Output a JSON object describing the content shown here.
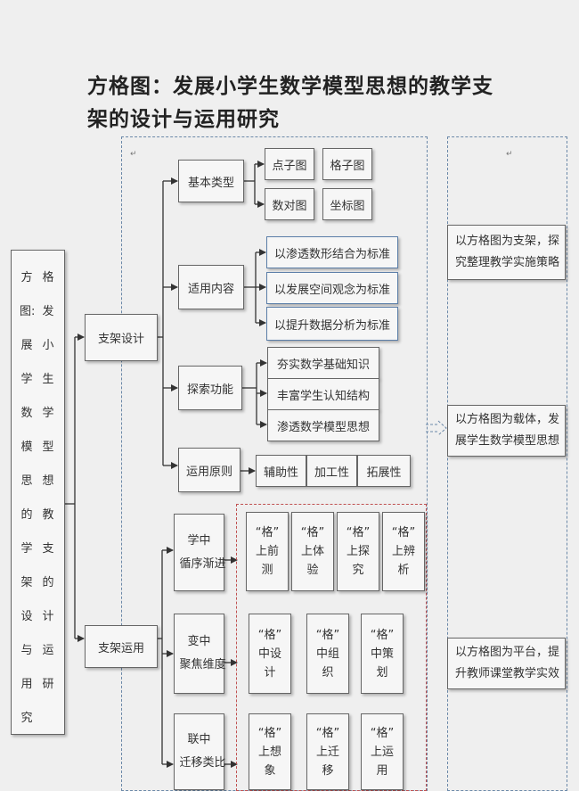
{
  "title": "方格图：发展小学生数学模型思想的教学支架的设计与运用研究",
  "mark": "↵",
  "root": {
    "col1": [
      "方",
      "图:",
      "展",
      "学",
      "数",
      "模",
      "思",
      "的",
      "学",
      "架",
      "设",
      "与",
      "用",
      "究"
    ],
    "col2": [
      "格",
      "发",
      "小",
      "生",
      "学",
      "型",
      "想",
      "教",
      "支",
      "的",
      "计",
      "运",
      "研"
    ]
  },
  "branches": {
    "design": "支架设计",
    "use": "支架运用"
  },
  "design": {
    "basic_type": "基本类型",
    "basic_items": [
      "点子图",
      "格子图",
      "数对图",
      "坐标图"
    ],
    "content": "适用内容",
    "content_items": [
      "以渗透数形结合为标准",
      "以发展空间观念为标准",
      "以提升数据分析为标准"
    ],
    "explore": "探索功能",
    "explore_items": [
      "夯实数学基础知识",
      "丰富学生认知结构",
      "渗透数学模型思想"
    ],
    "principle": "运用原则",
    "principle_items": [
      "辅助性",
      "加工性",
      "拓展性"
    ]
  },
  "use": {
    "g1": "学中循序渐进",
    "g1_items": [
      "“格”上前测",
      "“格”上体验",
      "“格”上探究",
      "“格”上辨析"
    ],
    "g2": "变中聚焦维度",
    "g2_items": [
      "“格”中设计",
      "“格”中组织",
      "“格”中策划"
    ],
    "g3": "联中迁移类比",
    "g3_items": [
      "“格”上想象",
      "“格”上迁移",
      "“格”上运用"
    ]
  },
  "right": [
    "以方格图为支架，探究整理教学实施策略",
    "以方格图为载体，发展学生数学模型思想",
    "以方格图为平台，提升教师课堂教学实效"
  ]
}
